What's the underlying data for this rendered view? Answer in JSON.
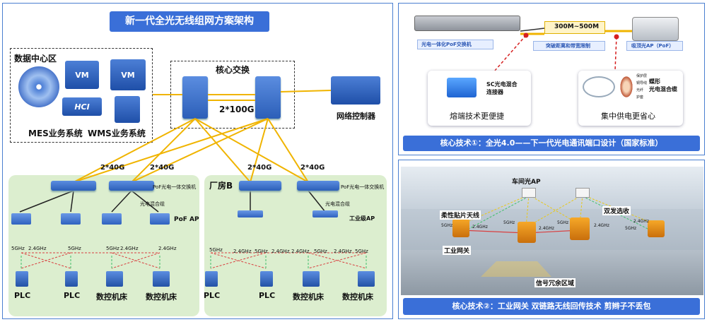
{
  "main_title": "新一代全光无线组网方案架构",
  "datacenter": {
    "label": "数据中心区",
    "vm1": "VM",
    "vm2": "VM",
    "hci": "HCI",
    "mes": "MES业务系统",
    "wms": "WMS业务系统"
  },
  "core": {
    "label": "核心交换",
    "link": "2*100G"
  },
  "controller": "网络控制器",
  "uplinks": [
    "2*40G",
    "2*40G",
    "2*40G",
    "2*40G"
  ],
  "zone_a": {
    "poe_switch": "PoF光电一体交换机",
    "hybrid_cable": "光电混合缆",
    "ap": "PoF AP",
    "bands_left": [
      "5GHz",
      "2.4GHz",
      "5GHz"
    ],
    "bands_right": [
      "5GHz",
      "2.4GHz",
      "2.4GHz"
    ],
    "end_devices": [
      "PLC",
      "PLC",
      "数控机床",
      "数控机床"
    ]
  },
  "zone_b": {
    "title": "厂房B",
    "poe_switch": "PoF光电一体交换机",
    "hybrid_cable": "光电混合缆",
    "ap": "工业级AP",
    "bands": [
      "5GHz",
      "2.4GHz",
      "5GHz",
      "2.4GHz",
      "2.4GHz",
      "5GHz",
      "2.4GHz",
      "5GHz"
    ],
    "end_devices": [
      "PLC",
      "PLC",
      "数控机床",
      "数控机床"
    ]
  },
  "top_right": {
    "speed": "300M~500M",
    "switch_caption": "光电一体化PoF交换机",
    "distance_caption": "突破距离和带宽限制",
    "ap_caption": "吸顶光AP（PoF）",
    "sc_label": "SC光电混合\n连接器",
    "sc_caption": "熔端技术更便捷",
    "cable_label": "蝶形\n光电混合缆",
    "cable_parts": [
      "保护层",
      "铜导线",
      "光纤",
      "护套"
    ],
    "cable_caption": "集中供电更省心",
    "banner": "核心技术①：全光4.0——下一代光电通讯端口设计（国家标准）"
  },
  "bottom_right": {
    "labels": [
      "车间光AP",
      "柔性贴片天线",
      "双发选收",
      "工业网关",
      "信号冗余区域"
    ],
    "bands": [
      "5GHz",
      "2.4GHz",
      "5GHz",
      "2.4GHz",
      "5GHz",
      "2.4GHz",
      "5GHz",
      "2.4GHz"
    ],
    "banner": "核心技术②：工业网关 双链路无线回传技术 剪辫子不丢包"
  },
  "colors": {
    "accent": "#3a6fd8",
    "panel_border": "#4a7fd0",
    "link": "#f0b400",
    "zone_bg": "#dceecf",
    "wireless": "#d94040"
  }
}
